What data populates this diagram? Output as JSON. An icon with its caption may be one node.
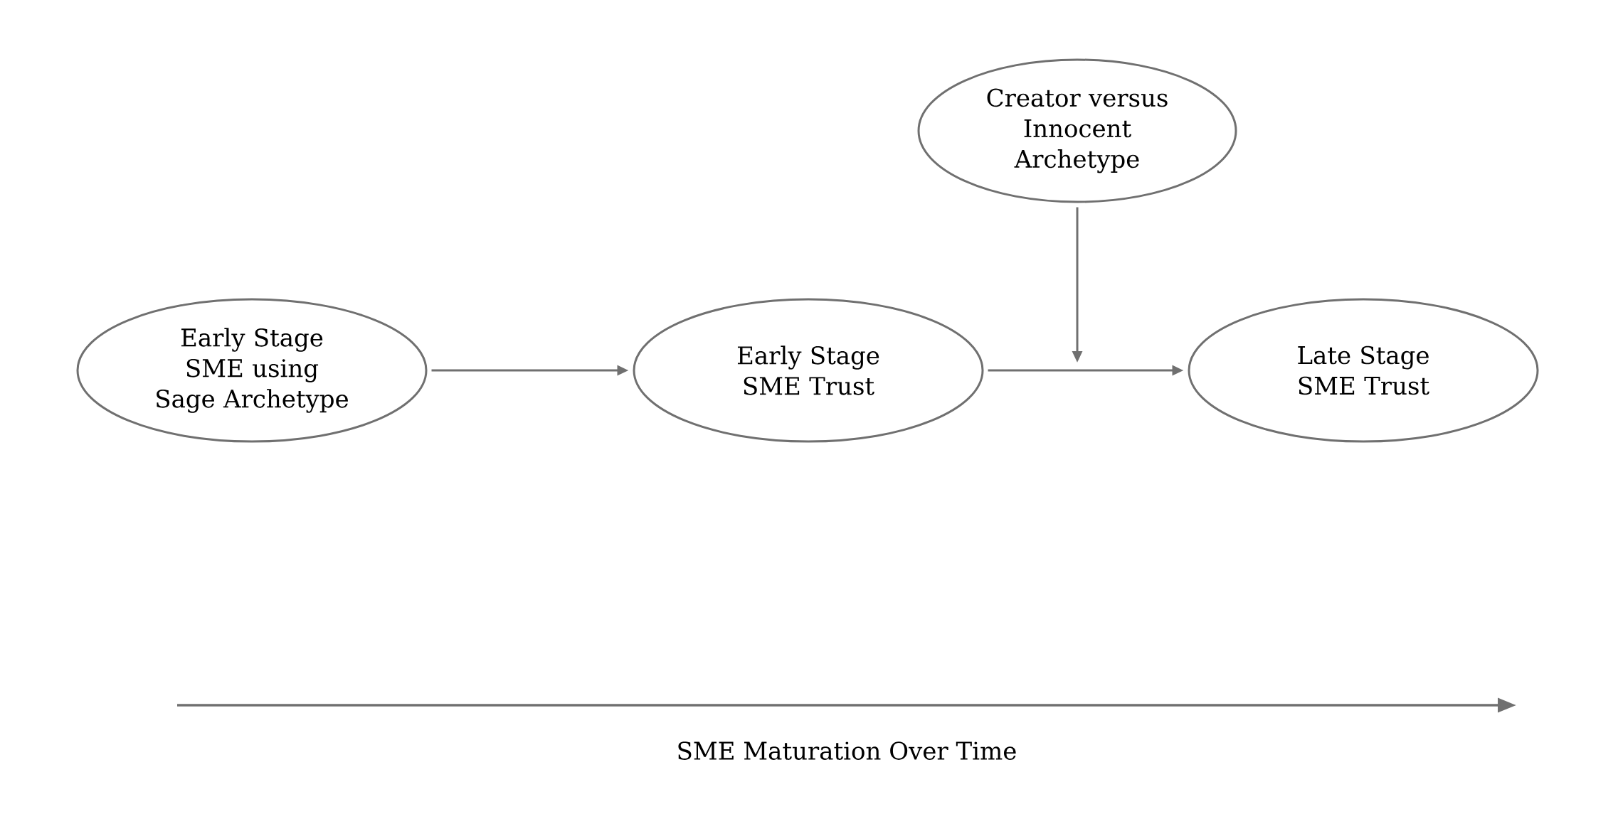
{
  "diagram": {
    "nodes": [
      {
        "text": [
          "Early Stage SME using Sage Archetype"
        ]
      },
      {
        "text": [
          "Early Stage SME Trust"
        ]
      },
      {
        "text": [
          "Late Stage SME Trust"
        ]
      },
      {
        "text": [
          "Creator versus Innocent Archetype"
        ]
      }
    ],
    "edges": [
      {
        "from": 0,
        "to": 1,
        "arrow": "to"
      },
      {
        "from": 1,
        "to": 2,
        "arrow": "to"
      },
      {
        "from": 3,
        "to": null,
        "arrow": "to"
      }
    ],
    "labels": [
      "SME Maturation Over Time"
    ]
  }
}
